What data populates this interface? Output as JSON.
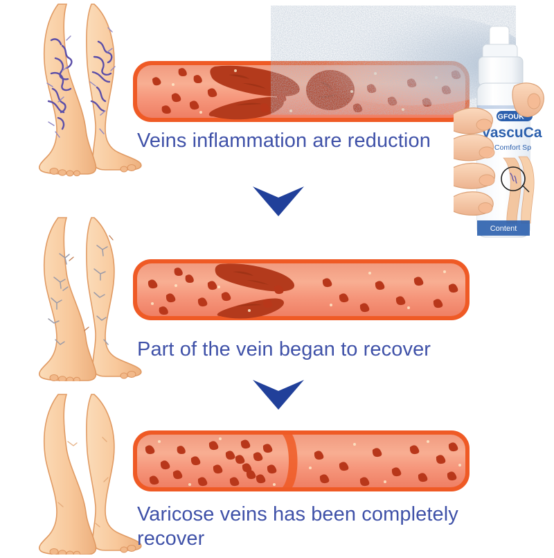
{
  "page": {
    "type": "product-infographic",
    "subject": "varicose vein treatment spray progression",
    "background_color": "#ffffff",
    "caption_color": "#3f51a8",
    "arrow_color": "#21409a",
    "vein_wall_color": "#ef5a25",
    "vein_lumen_color": "#f5866a",
    "plaque_color": "#b33a1c",
    "skin_color": "#f7c9a0",
    "varicose_vein_color": "#5b4ea8"
  },
  "stages": [
    {
      "id": "stage-1",
      "caption": "Veins inflammation are reduction",
      "legs_label": "legs with prominent varicose veins",
      "vein_label": "inflamed vein with plaque and clot",
      "vein_state": "blocked",
      "blockage_percent": 70,
      "has_clot": true,
      "vein_severity": "severe"
    },
    {
      "id": "stage-2",
      "caption": "Part of the vein began to recover",
      "legs_label": "legs with faded spider veins",
      "vein_label": "partially recovered vein with reduced plaque",
      "vein_state": "partial",
      "blockage_percent": 40,
      "has_clot": false,
      "vein_severity": "moderate"
    },
    {
      "id": "stage-3",
      "caption": "Varicose veins has been completely\nrecover",
      "legs_label": "clear healthy legs",
      "vein_label": "clear vein with free flowing blood cells",
      "vein_state": "clear",
      "blockage_percent": 0,
      "has_clot": false,
      "vein_severity": "none"
    }
  ],
  "arrows": [
    {
      "name": "down-arrow-1",
      "direction": "down"
    },
    {
      "name": "down-arrow-2",
      "direction": "down"
    }
  ],
  "product": {
    "brand": "GFOUK™",
    "name": "VascuCa",
    "name_full": "VascuCare",
    "tagline": "ein Comfort Sp",
    "tagline_full": "Vein Comfort Spray",
    "content_label": "Content",
    "bottle_color": "#ffffff",
    "label_color": "#2b5fad",
    "spray_label": "spray mist"
  }
}
